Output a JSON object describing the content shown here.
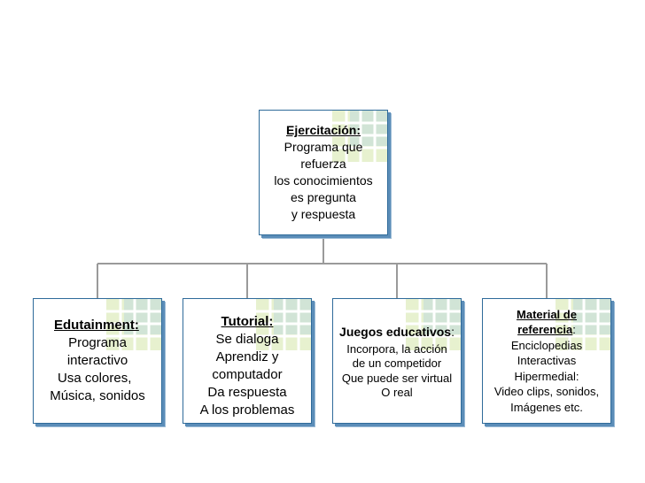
{
  "colors": {
    "border": "#2f6b9a",
    "shadow": "#5b8db8",
    "connector": "#9a9a9a",
    "decoration_green": "#d4e6a7",
    "decoration_blue": "#a9cce3"
  },
  "diagram": {
    "root": {
      "title": "Ejercitación:",
      "lines": [
        "Programa que",
        "refuerza",
        "los conocimientos",
        "es pregunta",
        "y respuesta"
      ]
    },
    "children": [
      {
        "title": "Edutainment:",
        "lines": [
          "Programa",
          "interactivo",
          "Usa colores,",
          "Música, sonidos"
        ]
      },
      {
        "title": "Tutorial:",
        "lines": [
          "Se dialoga",
          "Aprendiz y",
          "computador",
          "Da respuesta",
          "A los problemas"
        ]
      },
      {
        "title": "Juegos educativos",
        "title_suffix": ":",
        "lines": [
          "Incorpora, la acción",
          "de un competidor",
          "Que puede ser virtual",
          "O real"
        ]
      },
      {
        "title_line1": "Material de",
        "title_line2": "referencia",
        "title_suffix": ":",
        "lines": [
          "Enciclopedias",
          "Interactivas",
          "Hipermedial:",
          "Video clips, sonidos,",
          "Imágenes etc."
        ]
      }
    ]
  }
}
